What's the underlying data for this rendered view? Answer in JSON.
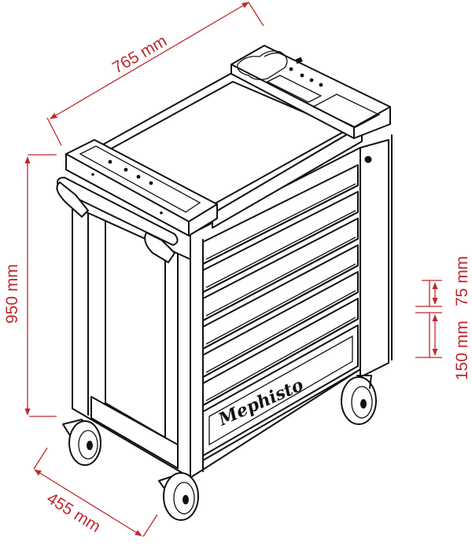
{
  "drawing": {
    "subject": "tool trolley",
    "brand_label": "Mephisto",
    "drawer_count": 7,
    "line_color": "#111111",
    "dimension_color": "#c0282d"
  },
  "dimensions": {
    "width": "765 mm",
    "height": "950 mm",
    "depth": "455 mm",
    "drawer_small": "75 mm",
    "drawer_large": "150 mm"
  }
}
